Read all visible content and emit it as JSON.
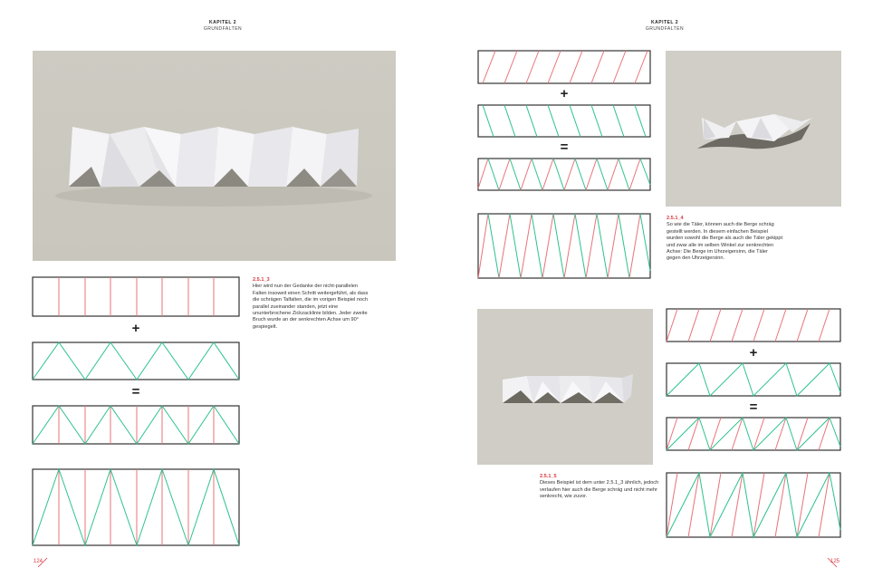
{
  "left_page": {
    "header": {
      "chapter": "KAPITEL 2",
      "title": "GRUNDFALTEN"
    },
    "photo": {
      "alt": "folded paper zigzag strip with pyramids"
    },
    "diagram_ops": {
      "plus": "+",
      "equals": "="
    },
    "caption": {
      "number": "2.5.1_3",
      "text": "Hier wird nun der Gedanke der nicht-parallelen Falten insoweit einen Schritt weitergeführt, als dass die schrägen Talfalten, die im vorigen Beispiel noch parallel zueinander standen, jetzt eine ununterbrochene Zickzacklinie bilden. Jeder zweite Bruch wurde an der senkrechten Achse um 90° gespiegelt."
    },
    "page_number": "124"
  },
  "right_page": {
    "header": {
      "chapter": "KAPITEL 2",
      "title": "GRUNDFALTEN"
    },
    "diagram_ops_top": {
      "plus": "+",
      "equals": "="
    },
    "diagram_ops_bottom": {
      "plus": "+",
      "equals": "="
    },
    "caption_top": {
      "number": "2.5.1_4",
      "text": "So wie die Täler, können auch die Berge schräg gestellt werden. In diesem einfachen Beispiel wurden sowohl die Berge als auch die Täler gekippt und zwar alle im selben Winkel zur senkrechten Achse: Die Berge im Uhrzeigersinn, die Täler gegen den Uhrzeigersinn."
    },
    "caption_bottom": {
      "number": "2.5.1_5",
      "text": "Dieses Beispiel ist dem unter 2.5.1_3 ähnlich, jedoch verlaufen hier auch die Berge schräg und nicht mehr senkrecht, wie zuvor."
    },
    "page_number": "125"
  },
  "colors": {
    "mountain_fold": "#e8737a",
    "valley_fold": "#2bc28f",
    "frame": "#333333",
    "accent": "#d9383f",
    "photo_bg": "#cfcdc4"
  }
}
